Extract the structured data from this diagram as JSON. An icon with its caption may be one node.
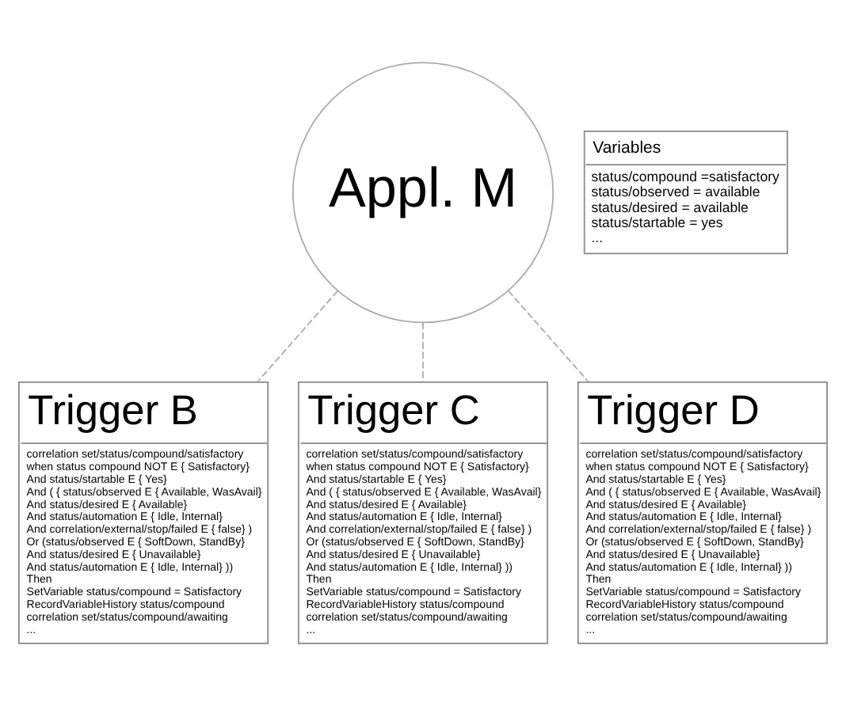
{
  "diagram": {
    "nodes": [
      {
        "text": [
          "Appl. M"
        ]
      },
      {
        "text": [
          "Variables",
          "status/compound =satisfactory",
          "status/observed = available",
          "status/desired = available",
          "status/startable = yes",
          "..."
        ]
      },
      {
        "text": [
          "Trigger B",
          "correlation set/status/compound/satisfactory",
          "when status compound NOT E { Satisfactory}",
          "And status/startable E { Yes}",
          "And ( { status/observed E { Available, WasAvail}",
          "And status/desired E { Available}",
          "And status/automation E { Idle, Internal}",
          "And correlation/external/stop/failed E { false} )",
          "Or (status/observed E { SoftDown, StandBy}",
          "And status/desired E { Unavailable}",
          "And status/automation E { Idle, Internal} ))",
          "Then",
          "SetVariable status/compound = Satisfactory",
          "RecordVariableHistory status/compound",
          "correlation set/status/compound/awaiting",
          "..."
        ]
      },
      {
        "text": [
          "Trigger C",
          "correlation set/status/compound/satisfactory",
          "when status compound NOT E { Satisfactory}",
          "And status/startable E { Yes}",
          "And ( { status/observed E { Available, WasAvail}",
          "And status/desired E { Available}",
          "And status/automation E { Idle, Internal}",
          "And correlation/external/stop/failed E { false} )",
          "Or (status/observed E { SoftDown, StandBy}",
          "And status/desired E { Unavailable}",
          "And status/automation E { Idle, Internal} ))",
          "Then",
          "SetVariable status/compound = Satisfactory",
          "RecordVariableHistory status/compound",
          "correlation set/status/compound/awaiting",
          "..."
        ]
      },
      {
        "text": [
          "Trigger D",
          "correlation set/status/compound/satisfactory",
          "when status compound NOT E { Satisfactory}",
          "And status/startable E { Yes}",
          "And ( { status/observed E { Available, WasAvail}",
          "And status/desired E { Available}",
          "And status/automation E { Idle, Internal}",
          "And correlation/external/stop/failed E { false} )",
          "Or (status/observed E { SoftDown, StandBy}",
          "And status/desired E { Unavailable}",
          "And status/automation E { Idle, Internal} ))",
          "Then",
          "SetVariable status/compound = Satisfactory",
          "RecordVariableHistory status/compound",
          "correlation set/status/compound/awaiting",
          "..."
        ]
      }
    ],
    "edges": [
      {
        "from": 0,
        "to": 2,
        "arrow": "none",
        "style": "dashed"
      },
      {
        "from": 0,
        "to": 3,
        "arrow": "none",
        "style": "dashed"
      },
      {
        "from": 0,
        "to": 4,
        "arrow": "none",
        "style": "dashed"
      }
    ]
  }
}
